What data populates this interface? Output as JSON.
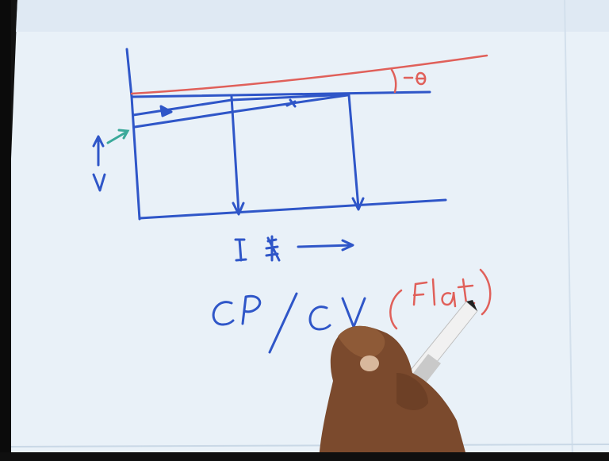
{
  "board": {
    "colors": {
      "paper": "#e9f1f8",
      "paper_edge": "#d7e4ef",
      "blue_ink": "#2f56c8",
      "red_ink": "#e0605a",
      "green_ink": "#3aa99a",
      "skin": "#7a4a2c",
      "pen": "#f2f2f2"
    },
    "labels": {
      "slope_label": "-θ",
      "v_axis_label": "V",
      "i_axis_label": "I",
      "cp_cv_text": "CP/CV",
      "flat_text": "Flat",
      "left_paren": "(",
      "right_paren": ")"
    }
  }
}
